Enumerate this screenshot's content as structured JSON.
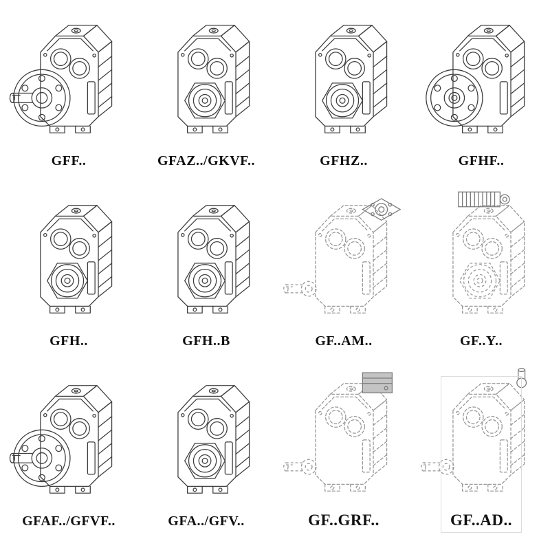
{
  "catalog": {
    "items": [
      {
        "label": "GFF..",
        "drawing": "gearbox-foot-flange-solid-shaft"
      },
      {
        "label": "GFAZ../GKVF..",
        "drawing": "gearbox-hollow-shaft"
      },
      {
        "label": "GFHZ..",
        "drawing": "gearbox-hollow-shaft-shrink-disc"
      },
      {
        "label": "GFHF..",
        "drawing": "gearbox-flange-hollow"
      },
      {
        "label": "GFH..",
        "drawing": "gearbox-hollow-shaft-housing"
      },
      {
        "label": "GFH..B",
        "drawing": "gearbox-hollow-shaft-foot"
      },
      {
        "label": "GF..AM..",
        "drawing": "gearbox-motor-adapter-ghost"
      },
      {
        "label": "GF..Y..",
        "drawing": "gearbox-with-motor-ghost"
      },
      {
        "label": "GFAF../GFVF..",
        "drawing": "gearbox-output-flange"
      },
      {
        "label": "GFA../GFV..",
        "drawing": "gearbox-shaft-mounted"
      },
      {
        "label": "GF..GRF..",
        "drawing": "gearbox-input-block-ghost"
      },
      {
        "label": "GF..AD..",
        "drawing": "gearbox-input-shaft-ghost"
      }
    ],
    "colors": {
      "line_solid": "#3d3d3d",
      "line_ghost": "#979797",
      "block_fill": "#c4c4c4",
      "background": "#ffffff"
    }
  }
}
